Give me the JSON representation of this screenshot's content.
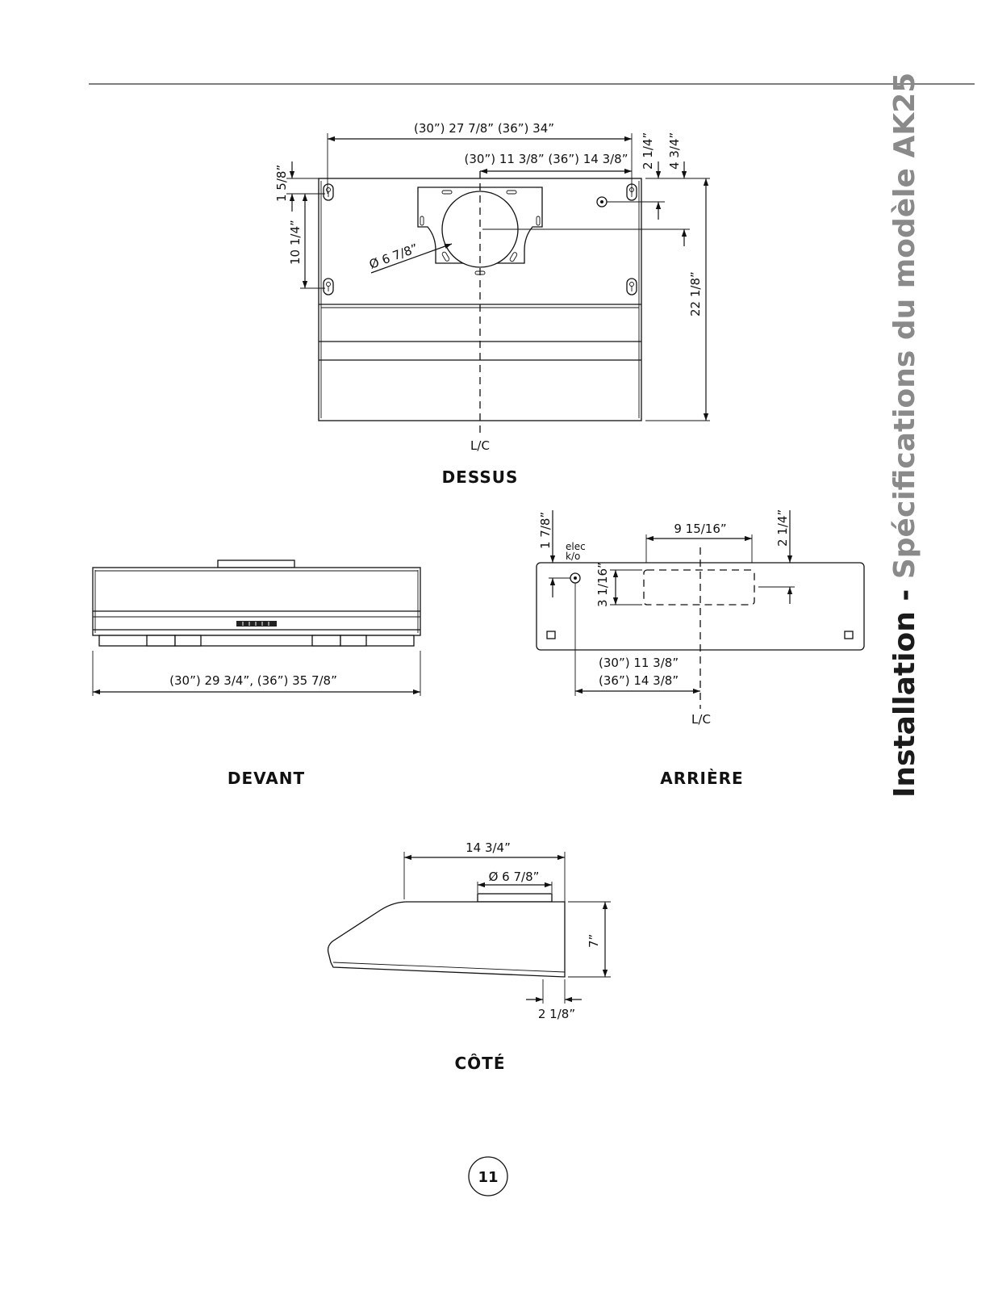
{
  "side_title": {
    "part1": "Installation - ",
    "part2": "Spécifications du modèle AK25"
  },
  "page_number": "11",
  "views": {
    "top": {
      "name": "DESSUS",
      "centerline": "L/C",
      "dims": {
        "overall_width": "(30”) 27 7/8” (36”) 34”",
        "center_to_side": "(30”) 11 3/8” (36”) 14 3/8”",
        "d_2_1_4": "2 1/4”",
        "d_4_3_4": "4 3/4”",
        "d_1_5_8": "1 5/8”",
        "d_10_1_4": "10 1/4”",
        "d_22_1_8": "22 1/8”",
        "duct_diameter": "Ø 6 7/8”"
      }
    },
    "front": {
      "name": "DEVANT",
      "dims": {
        "width": "(30”) 29 3/4”,   (36”) 35 7/8”"
      }
    },
    "back": {
      "name": "ARRIÈRE",
      "centerline": "L/C",
      "elec_label_1": "elec",
      "elec_label_2": "k/o",
      "dims": {
        "d_1_7_8": "1 7/8”",
        "d_9_15_16": "9 15/16”",
        "d_2_1_4": "2 1/4”",
        "d_3_1_16": "3 1/16”",
        "elec_offset_30": "(30”) 11 3/8”",
        "elec_offset_36": "(36”) 14 3/8”"
      }
    },
    "side": {
      "name": "CÔTÉ",
      "dims": {
        "depth": "14 3/4”",
        "duct": "Ø 6 7/8”",
        "height": "7”",
        "offset": "2 1/8”"
      }
    }
  }
}
